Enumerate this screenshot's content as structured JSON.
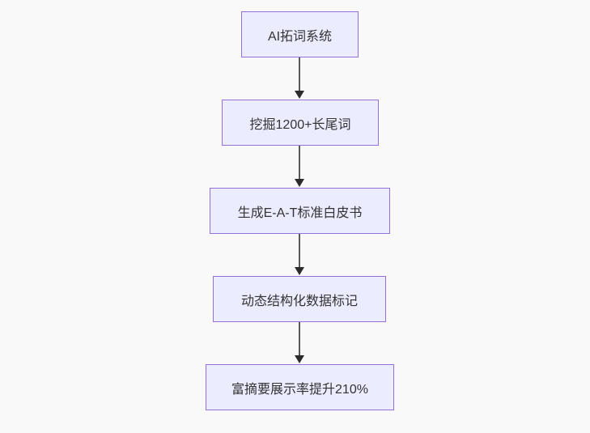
{
  "page": {
    "background_color": "#f9f9f9"
  },
  "chart_data": {
    "type": "flowchart",
    "direction": "top-down",
    "node_fill_color": "#ECECFF",
    "node_border_color": "#9370DB",
    "node_text_color": "#333333",
    "arrow_line_color": "#595959",
    "arrow_head_color": "#2b2b2b",
    "nodes": [
      {
        "id": "n1",
        "label": "AI拓词系统"
      },
      {
        "id": "n2",
        "label": "挖掘1200+长尾词"
      },
      {
        "id": "n3",
        "label": "生成E-A-T标准白皮书"
      },
      {
        "id": "n4",
        "label": "动态结构化数据标记"
      },
      {
        "id": "n5",
        "label": "富摘要展示率提升210%"
      }
    ],
    "edges": [
      {
        "from": "n1",
        "to": "n2",
        "label": ""
      },
      {
        "from": "n2",
        "to": "n3",
        "label": ""
      },
      {
        "from": "n3",
        "to": "n4",
        "label": ""
      },
      {
        "from": "n4",
        "to": "n5",
        "label": ""
      }
    ]
  }
}
